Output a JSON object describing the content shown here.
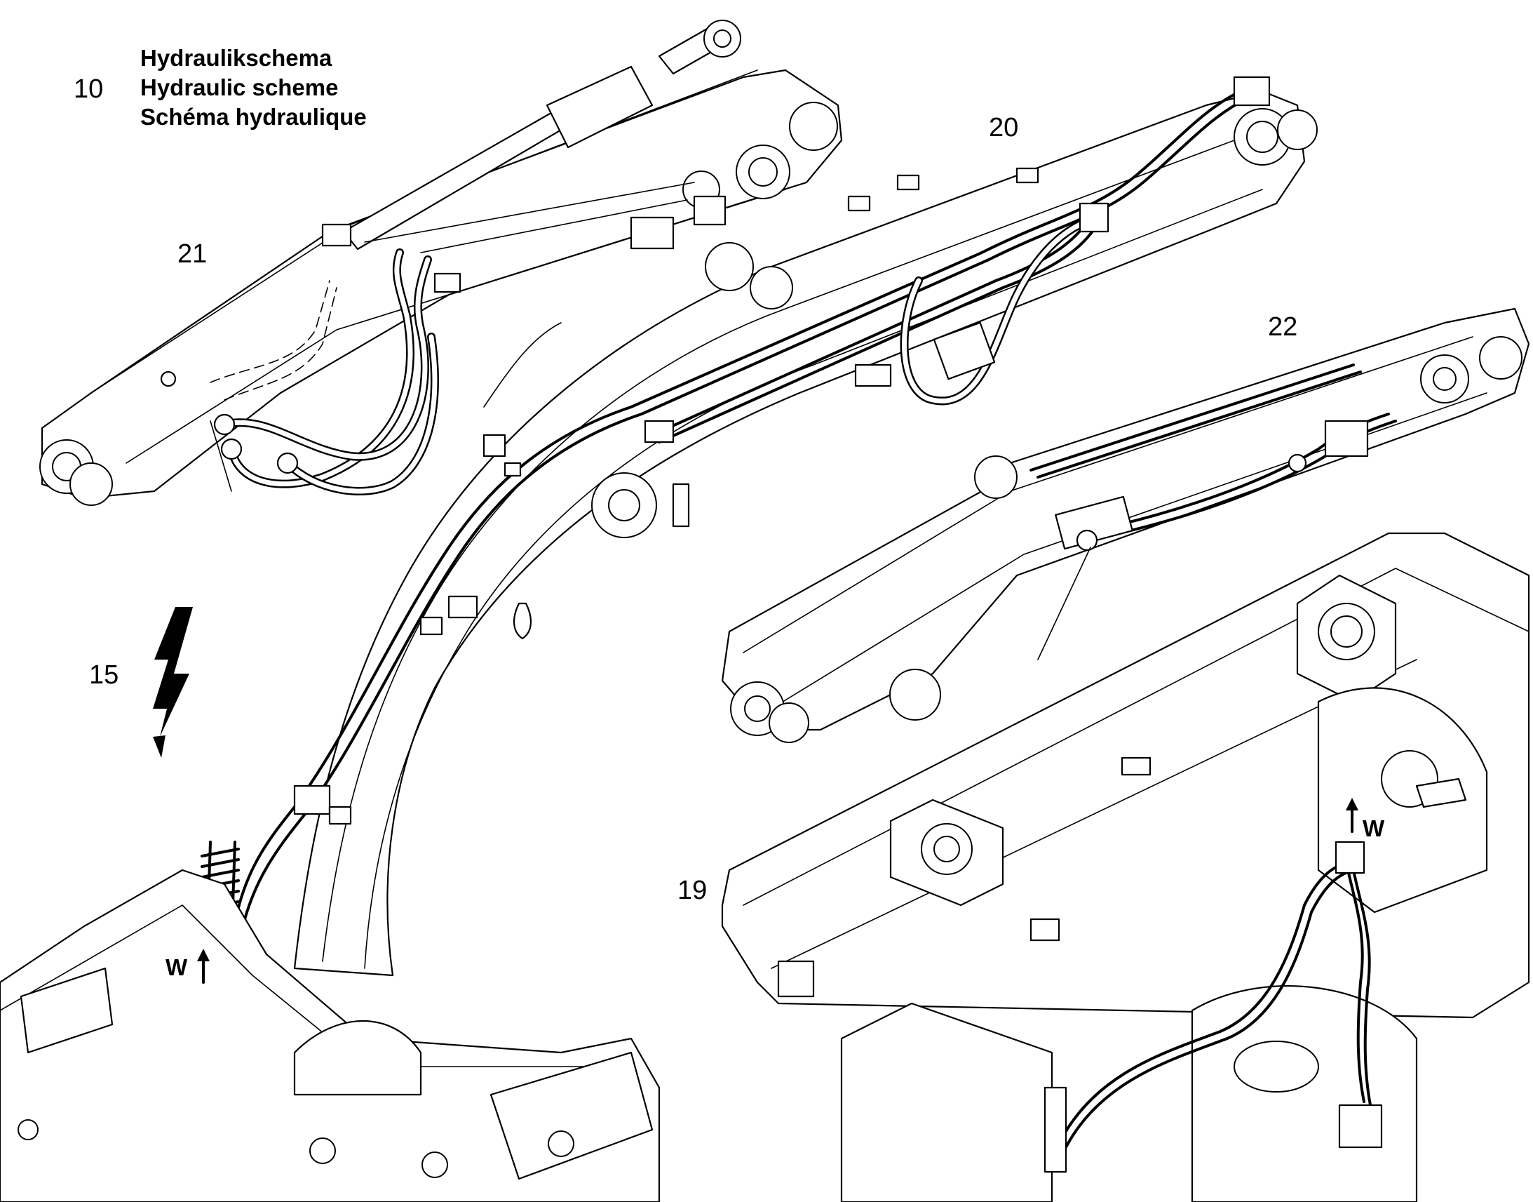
{
  "title": {
    "number": "10",
    "line_de": "Hydraulikschema",
    "line_en": "Hydraulic scheme",
    "line_fr": "Schéma hydraulique"
  },
  "callouts": {
    "c20": "20",
    "c21": "21",
    "c22": "22",
    "c15": "15",
    "c19": "19"
  },
  "markers": {
    "w_left": "W",
    "w_right": "W"
  }
}
